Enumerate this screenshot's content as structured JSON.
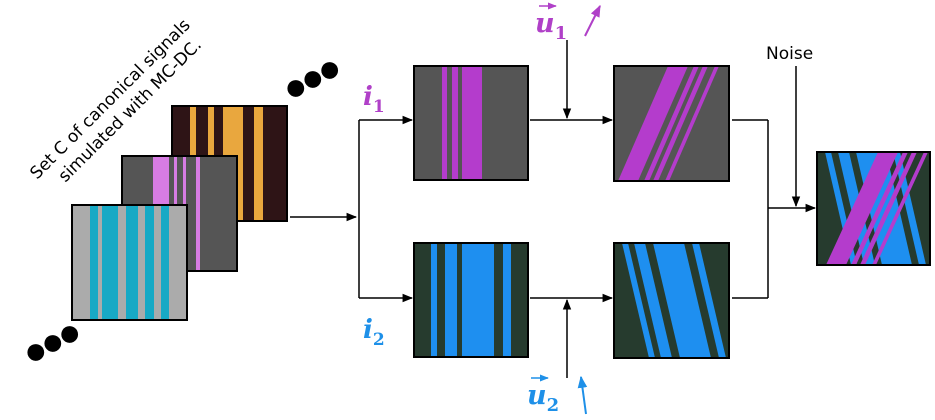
{
  "stack_caption": [
    "Set C of canonical signals",
    "simulated with MC-DC."
  ],
  "noise_label": "Noise",
  "inputs": [
    {
      "symbol": "i",
      "subscript": "1",
      "color": "#b040c8"
    },
    {
      "symbol": "i",
      "subscript": "2",
      "color": "#1e90e8"
    }
  ],
  "velocities": [
    {
      "symbol": "u",
      "subscript": "1",
      "color": "#b040c8"
    },
    {
      "symbol": "u",
      "subscript": "2",
      "color": "#1e90e8"
    }
  ],
  "ellipsis_glyph": "●●●",
  "colors": {
    "magenta": "#b43ccc",
    "blue": "#1e8ff0",
    "cyan": "#17a9c5",
    "orange": "#e9a73e",
    "pink": "#d77ce3",
    "dark_gray": "#555555",
    "dark_green": "#263b2e",
    "light_gray": "#ababab",
    "dark_brown": "#2e1416"
  }
}
